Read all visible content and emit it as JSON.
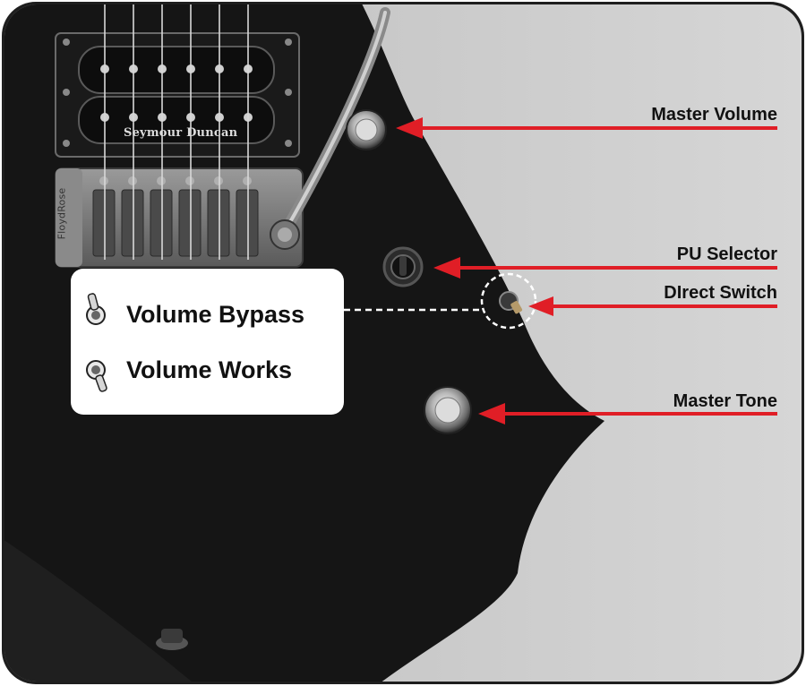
{
  "pickup": {
    "brand": "Seymour Duncan"
  },
  "bridge": {
    "brand": "FloydRose"
  },
  "callouts": {
    "master_volume": "Master Volume",
    "pu_selector": "PU Selector",
    "direct_switch": "DIrect Switch",
    "master_tone": "Master Tone"
  },
  "legend": {
    "bypass": "Volume Bypass",
    "works": "Volume Works"
  },
  "colors": {
    "arrow": "#e01e26",
    "body": "#151515",
    "background": "#c8c8c8",
    "frame": "#1e1e1e"
  }
}
